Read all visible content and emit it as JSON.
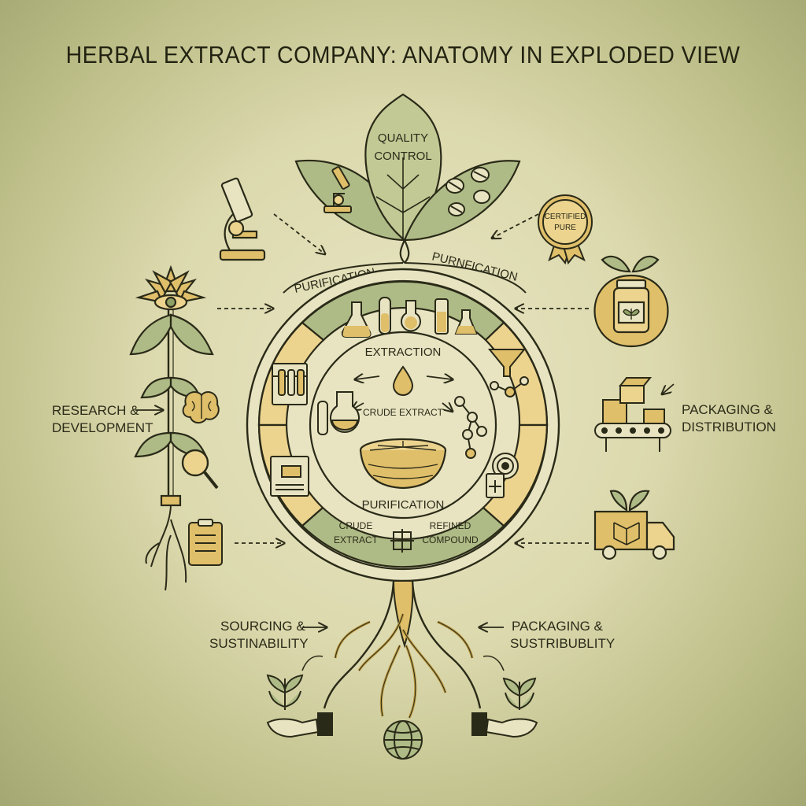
{
  "title": "HERBAL EXTRACT COMPANY: ANATOMY IN EXPLODED VIEW",
  "top": {
    "quality_control_line1": "QUALITY",
    "quality_control_line2": "CONTROL",
    "purification_left": "PURIFICATION",
    "purification_right": "PURNFICATION"
  },
  "wheel": {
    "extraction": "EXTRACTION",
    "crude_extract_center": "CRUDE EXTRACT",
    "purification_bottom": "PURIFICATION",
    "crude_extract_line1": "CRUDE",
    "crude_extract_line2": "EXTRACT",
    "refined_line1": "REFINED",
    "refined_line2": "COMPOUND"
  },
  "badge": {
    "line1": "CERTIFIED",
    "line2": "PURE"
  },
  "left": {
    "rd_line1": "RESEARCH &",
    "rd_line2": "DEVELOPMENT"
  },
  "right": {
    "pd_line1": "PACKAGING &",
    "pd_line2": "DISTRIBUTION"
  },
  "bottom": {
    "sourcing_line1": "SOURCING &",
    "sourcing_line2": "SUSTINABILITY",
    "packaging_line1": "PACKAGING &",
    "packaging_line2": "SUSTRIBUBLITY"
  },
  "colors": {
    "olive": "#8fa065",
    "olive_light": "#aebb86",
    "gold": "#e0bf6a",
    "gold_light": "#ecd48f",
    "ink": "#2a2a18",
    "cream": "#e8e4c2"
  }
}
